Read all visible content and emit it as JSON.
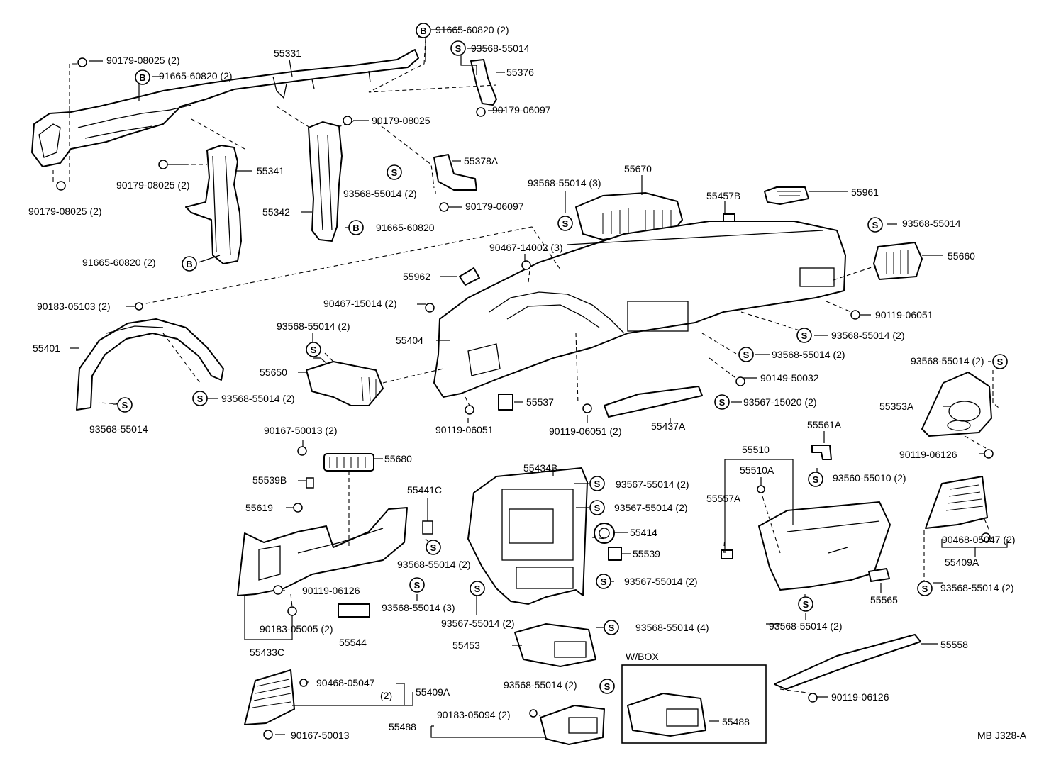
{
  "diagram": {
    "figure_code": "MB J328-A",
    "box_label": "W/BOX",
    "labels": {
      "l91665_60820_2_top": "91665-60820 (2)",
      "l93568_55014_a": "93568-55014",
      "l55376": "55376",
      "l90179_06097_a": "90179-06097",
      "l90179_08025_2_a": "90179-08025 (2)",
      "l55331": "55331",
      "l91665_60820_2_b": "91665-60820 (2)",
      "l90179_08025_mid": "90179-08025",
      "l55378A": "55378A",
      "l55341": "55341",
      "l90179_08025_2_b": "90179-08025 (2)",
      "l93568_55014_2_a": "93568-55014 (2)",
      "l90179_06097_b": "90179-06097",
      "l90179_08025_2_c": "90179-08025 (2)",
      "l55342": "55342",
      "l91665_60820_c": "91665-60820",
      "l91665_60820_2_d": "91665-60820 (2)",
      "l93568_55014_3_a": "93568-55014 (3)",
      "l55670": "55670",
      "l55457B": "55457B",
      "l55961": "55961",
      "l93568_55014_b": "93568-55014",
      "l55660": "55660",
      "l90467_14002_3": "90467-14002 (3)",
      "l55962": "55962",
      "l90183_05103_2": "90183-05103 (2)",
      "l90467_15014_2": "90467-15014 (2)",
      "l90119_06051_a": "90119-06051",
      "l93568_55014_2_b": "93568-55014 (2)",
      "l93568_55014_2_c": "93568-55014 (2)",
      "l55401": "55401",
      "l55404": "55404",
      "l93568_55014_2_d": "93568-55014 (2)",
      "l55650": "55650",
      "l90149_50032": "90149-50032",
      "l93568_55014_2_e": "93568-55014 (2)",
      "l55537": "55537",
      "l93567_15020_2": "93567-15020 (2)",
      "l93568_55014_2_f": "93568-55014 (2)",
      "l90119_06051_b": "90119-06051",
      "l90119_06051_2": "90119-06051 (2)",
      "l55437A": "55437A",
      "l93568_55014_c": "93568-55014",
      "l55353A": "55353A",
      "l55561A": "55561A",
      "l90167_50013_2": "90167-50013 (2)",
      "l55680": "55680",
      "l55510": "55510",
      "l90119_06126_a": "90119-06126",
      "l55434B": "55434B",
      "l55510A": "55510A",
      "l55539B": "55539B",
      "l93567_55014_2_a": "93567-55014 (2)",
      "l93560_55010_2": "93560-55010 (2)",
      "l55441C": "55441C",
      "l55557A": "55557A",
      "l55619": "55619",
      "l93567_55014_2_b": "93567-55014 (2)",
      "l55414": "55414",
      "l90468_05047_2_a": "90468-05047 (2)",
      "l55539": "55539",
      "l93568_55014_2_g": "93568-55014 (2)",
      "l55409A_a": "55409A",
      "l90119_06126_b": "90119-06126",
      "l93567_55014_2_c": "93567-55014 (2)",
      "l93568_55014_2_h": "93568-55014 (2)",
      "l93568_55014_3_b": "93568-55014 (3)",
      "l55565": "55565",
      "l90183_05005_2": "90183-05005 (2)",
      "l55544": "55544",
      "l93567_55014_2_d": "93567-55014 (2)",
      "l93568_55014_2_i": "93568-55014 (2)",
      "l93568_55014_4": "93568-55014 (4)",
      "l55433C": "55433C",
      "l55453": "55453",
      "l55558": "55558",
      "l90468_05047_b": "90468-05047",
      "l_2_": "(2)",
      "l55409A_b": "55409A",
      "l93568_55014_2_j": "93568-55014 (2)",
      "l90119_06126_c": "90119-06126",
      "l90183_05094_2": "90183-05094 (2)",
      "l55488_a": "55488",
      "l55488_b": "55488",
      "l90167_50013": "90167-50013"
    },
    "badges": {
      "b": "B",
      "s": "S"
    }
  }
}
